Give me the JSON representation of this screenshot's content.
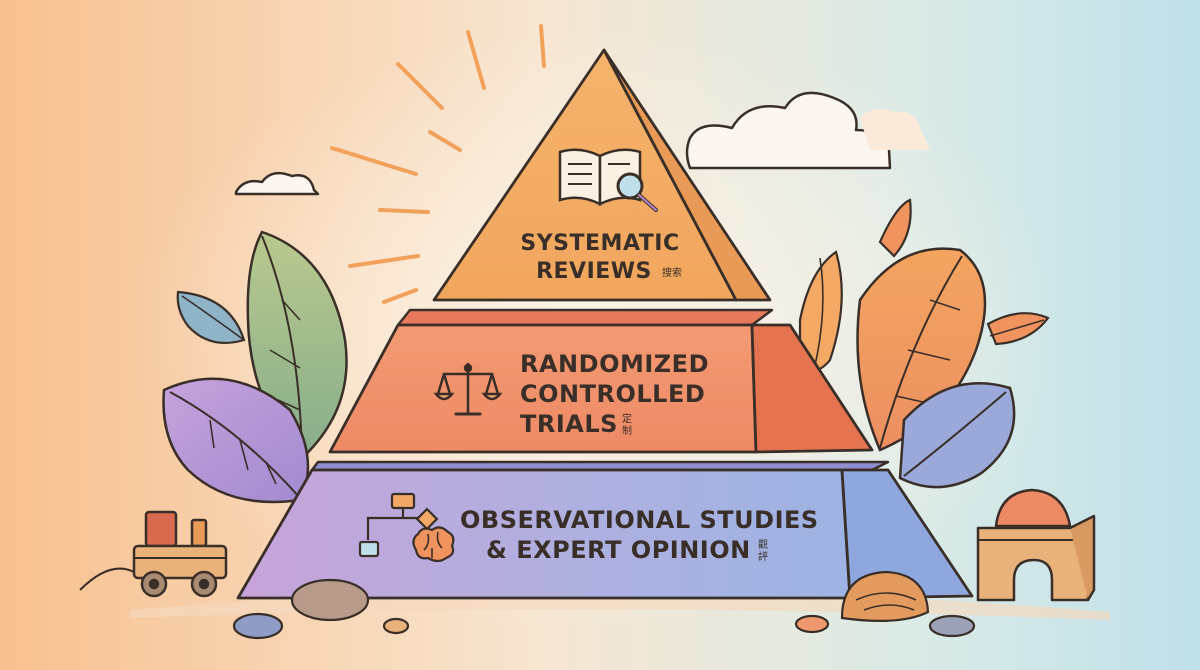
{
  "pyramid": {
    "levels": [
      {
        "lines": [
          "SYSTEMATIC",
          "REVIEWS"
        ],
        "glyph": [
          "搜",
          "索"
        ],
        "icon": "open-book-magnifier-icon",
        "color": "#f2a866"
      },
      {
        "lines": [
          "RANDOMIZED",
          "CONTROLLED",
          "TRIALS"
        ],
        "glyph": [
          "定",
          "制"
        ],
        "icon": "balance-scale-icon",
        "color": "#ef8866"
      },
      {
        "lines": [
          "OBSERVATIONAL STUDIES",
          "& EXPERT OPINION"
        ],
        "glyph": [
          "觀",
          "評"
        ],
        "icon": "flowchart-brain-icon",
        "color": "#a9a2dc"
      }
    ]
  },
  "colors": {
    "outline": "#3a2f28",
    "background_left": "#f8c08e",
    "background_right": "#bfe0ea"
  }
}
